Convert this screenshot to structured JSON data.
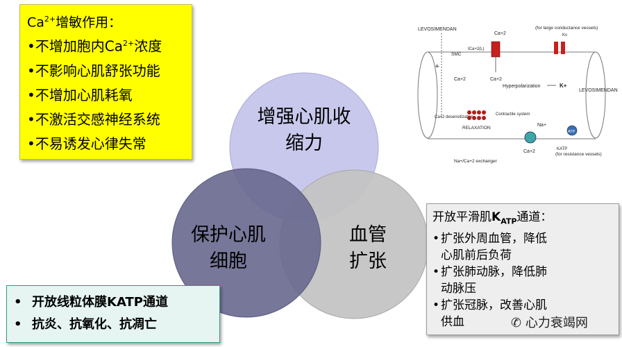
{
  "yellow_box": {
    "title_a": "Ca",
    "title_sup": "2+",
    "title_b": "增敏作用：",
    "items": [
      {
        "a": "•不增加胞内Ca",
        "sup": "2+",
        "b": "浓度"
      },
      {
        "a": "•不影响心肌舒张功能",
        "sup": "",
        "b": ""
      },
      {
        "a": "•不增加心肌耗氧",
        "sup": "",
        "b": ""
      },
      {
        "a": "•不激活交感神经系统",
        "sup": "",
        "b": ""
      },
      {
        "a": "•不易诱发心律失常",
        "sup": "",
        "b": ""
      }
    ]
  },
  "teal_box": {
    "items": [
      "开放线粒体膜KATP通道",
      "抗炎、抗氧化、抗凋亡"
    ]
  },
  "gray_box": {
    "title_a": "开放平滑肌",
    "title_k": "K",
    "title_sub": "ATP",
    "title_b": "通道：",
    "items": [
      {
        "line1": "扩张外周血管，降低",
        "line2": "心肌前后负荷"
      },
      {
        "line1": "扩张肺动脉，降低肺",
        "line2": "动脉压"
      },
      {
        "line1": "扩张冠脉，改善心肌",
        "line2": "供血"
      }
    ]
  },
  "circles": {
    "top": {
      "line1": "增强心肌收",
      "line2": "缩力",
      "color": "#c8c8ec"
    },
    "left": {
      "line1": "保护心肌",
      "line2": "细胞",
      "color": "#68688f"
    },
    "right": {
      "line1": "血管",
      "line2": "扩张",
      "color": "#c4c4c4"
    }
  },
  "figure": {
    "levo_left": "LEVOSIMENDAN",
    "levo_right": "LEVOSIMENDAN",
    "large_vessels": "(for large conductance vessels)",
    "resistance_vessels": "(for resistance vessels)",
    "smc": "SMC",
    "ca_top": "Ca+2",
    "i_ca": "ICa+2(L)",
    "ca_mid": "Ca+2",
    "ca_left": "Ca+2",
    "hyper": "Hyperpolarization",
    "k_plus": "K+",
    "ca_desens": "Ca+2 desensitization",
    "contractile": "Contractile system",
    "relax": "RELAXATION",
    "na_plus": "Na+",
    "ca_bottom": "Ca+2",
    "exchanger": "Na+/Ca+2 exchanger",
    "atp": "ATP",
    "kv": "Kv",
    "katp": "KATP"
  },
  "watermark": {
    "text": "心力衰竭网"
  }
}
